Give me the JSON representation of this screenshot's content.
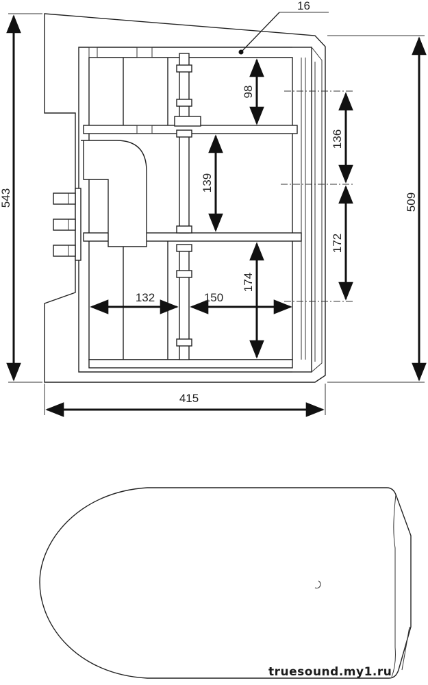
{
  "diagram": {
    "dimensions": {
      "panel_thickness": "16",
      "total_height": "543",
      "inner_height": "509",
      "total_width": "415",
      "chamber_top": "98",
      "chamber_mid": "139",
      "chamber_bottom": "174",
      "port_spacing_upper": "136",
      "port_spacing_lower": "172",
      "left_width": "132",
      "right_width": "150"
    },
    "watermark": "truesound.my1.ru"
  }
}
